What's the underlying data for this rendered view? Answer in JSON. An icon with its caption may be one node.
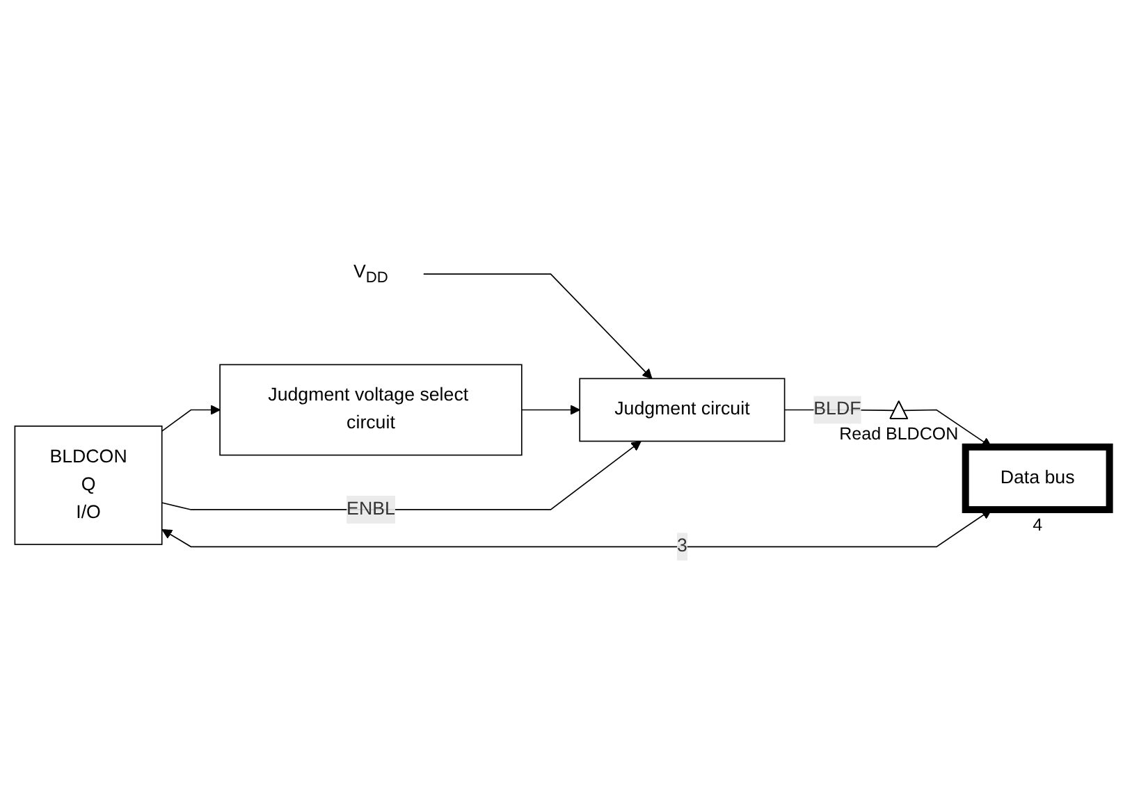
{
  "diagram": {
    "nodes": [
      {
        "text": [
          "V$_{DD}$"
        ]
      },
      {
        "text": [
          "Judgment circuit"
        ]
      },
      {
        "text": [
          "Judgment voltage select circuit"
        ]
      },
      {
        "text": [
          "BLDCON",
          "Q",
          "I/O"
        ]
      },
      {
        "text": [],
        "shape": "triangle",
        "beside": [
          "Read BLDCON"
        ]
      },
      {
        "text": [
          "Data bus"
        ],
        "beside": [
          "4"
        ]
      }
    ],
    "edges": [
      {
        "from": 0,
        "to": 1,
        "arrow": "to"
      },
      {
        "from": 2,
        "to": 1,
        "arrow": "to"
      },
      {
        "from": 1,
        "to": 4,
        "arrow": "none",
        "label": "BLDF"
      },
      {
        "from": 4,
        "to": 5,
        "arrow": "to"
      },
      {
        "from": 3,
        "to": 2,
        "arrow": "to"
      },
      {
        "from": 3,
        "to": 1,
        "arrow": "to",
        "label": "ENBL"
      },
      {
        "from": 3,
        "to": 5,
        "arrow": "both",
        "label": "3"
      }
    ]
  }
}
